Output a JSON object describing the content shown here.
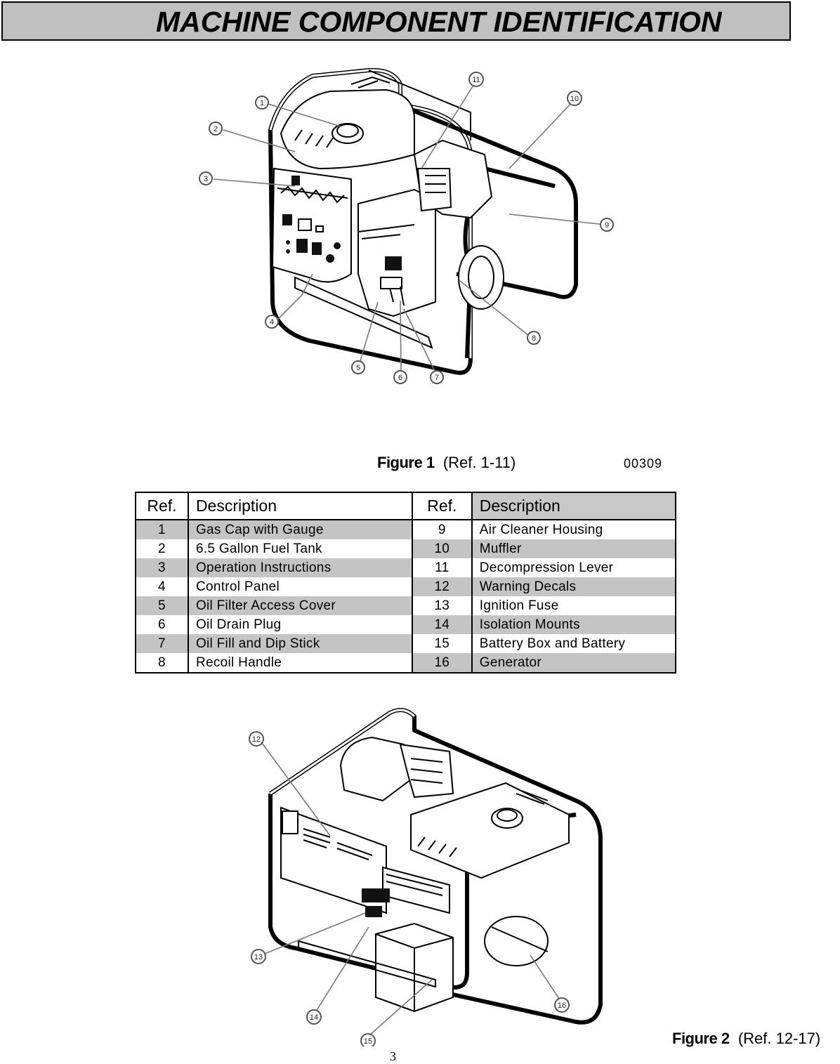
{
  "header": {
    "title": "MACHINE COMPONENT IDENTIFICATION"
  },
  "figure1": {
    "label": "Figure 1",
    "ref": "(Ref. 1-11)",
    "code": "00309",
    "callouts": [
      "1",
      "2",
      "3",
      "4",
      "5",
      "6",
      "7",
      "8",
      "9",
      "10",
      "11"
    ]
  },
  "table": {
    "headers": [
      "Ref.",
      "Description",
      "Ref.",
      "Description"
    ],
    "left": [
      {
        "ref": "1",
        "desc": "Gas Cap with Gauge"
      },
      {
        "ref": "2",
        "desc": "6.5 Gallon Fuel Tank"
      },
      {
        "ref": "3",
        "desc": "Operation Instructions"
      },
      {
        "ref": "4",
        "desc": "Control Panel"
      },
      {
        "ref": "5",
        "desc": "Oil Filter Access Cover"
      },
      {
        "ref": "6",
        "desc": "Oil Drain Plug"
      },
      {
        "ref": "7",
        "desc": "Oil Fill and Dip Stick"
      },
      {
        "ref": "8",
        "desc": "Recoil Handle"
      }
    ],
    "right": [
      {
        "ref": "9",
        "desc": "Air Cleaner Housing"
      },
      {
        "ref": "10",
        "desc": "Muffler"
      },
      {
        "ref": "11",
        "desc": "Decompression Lever"
      },
      {
        "ref": "12",
        "desc": "Warning Decals"
      },
      {
        "ref": "13",
        "desc": "Ignition Fuse"
      },
      {
        "ref": "14",
        "desc": "Isolation Mounts"
      },
      {
        "ref": "15",
        "desc": "Battery Box and Battery"
      },
      {
        "ref": "16",
        "desc": "Generator"
      }
    ]
  },
  "figure2": {
    "label": "Figure 2",
    "ref": "(Ref. 12-17)",
    "callouts": [
      "12",
      "13",
      "14",
      "15",
      "16"
    ]
  },
  "page_number": "3"
}
